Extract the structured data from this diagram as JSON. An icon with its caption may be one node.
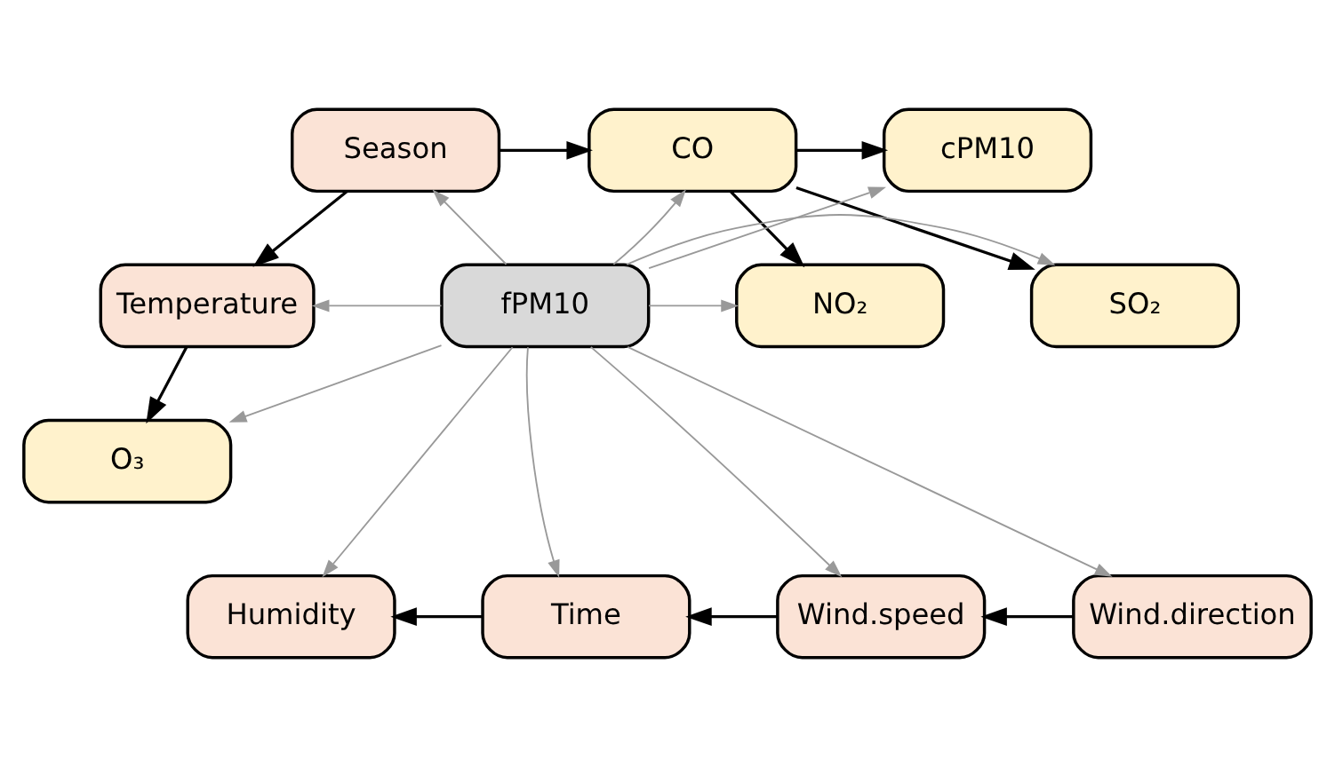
{
  "diagram": {
    "nodes": [
      {
        "text": [
          "Season"
        ]
      },
      {
        "text": [
          "CO"
        ]
      },
      {
        "text": [
          "cPM10"
        ]
      },
      {
        "text": [
          "Temperature"
        ]
      },
      {
        "text": [
          "NO₂"
        ]
      },
      {
        "text": [
          "fPM10"
        ]
      },
      {
        "text": [
          "SO₂"
        ]
      },
      {
        "text": [
          "O₃"
        ]
      },
      {
        "text": [
          "Humidity"
        ]
      },
      {
        "text": [
          "Time"
        ]
      },
      {
        "text": [
          "Wind.speed"
        ]
      },
      {
        "text": [
          "Wind.direction"
        ]
      }
    ],
    "edges": [
      {
        "from": 0,
        "to": 1,
        "arrow": "to",
        "color": "#000000"
      },
      {
        "from": 1,
        "to": 2,
        "arrow": "to",
        "color": "#000000"
      },
      {
        "from": 1,
        "to": 4,
        "arrow": "to",
        "color": "#000000"
      },
      {
        "from": 1,
        "to": 6,
        "arrow": "to",
        "color": "#000000"
      },
      {
        "from": 0,
        "to": 3,
        "arrow": "to",
        "color": "#000000"
      },
      {
        "from": 3,
        "to": 7,
        "arrow": "to",
        "color": "#000000"
      },
      {
        "from": 5,
        "to": 0,
        "arrow": "to"
      },
      {
        "from": 5,
        "to": 1,
        "arrow": "to"
      },
      {
        "from": 5,
        "to": 2,
        "arrow": "to"
      },
      {
        "from": 5,
        "to": 3,
        "arrow": "to"
      },
      {
        "from": 5,
        "to": 4,
        "arrow": "to"
      },
      {
        "from": 5,
        "to": 6,
        "arrow": "to"
      },
      {
        "from": 5,
        "to": 7,
        "arrow": "to"
      },
      {
        "from": 5,
        "to": 8,
        "arrow": "to"
      },
      {
        "from": 5,
        "to": 9,
        "arrow": "to"
      },
      {
        "from": 5,
        "to": 10,
        "arrow": "to"
      },
      {
        "from": 5,
        "to": 11,
        "arrow": "to"
      },
      {
        "from": 9,
        "to": 8,
        "arrow": "to",
        "color": "#000000"
      },
      {
        "from": 10,
        "to": 9,
        "arrow": "to",
        "color": "#000000"
      },
      {
        "from": 11,
        "to": 10,
        "arrow": "to",
        "color": "#000000"
      }
    ]
  }
}
